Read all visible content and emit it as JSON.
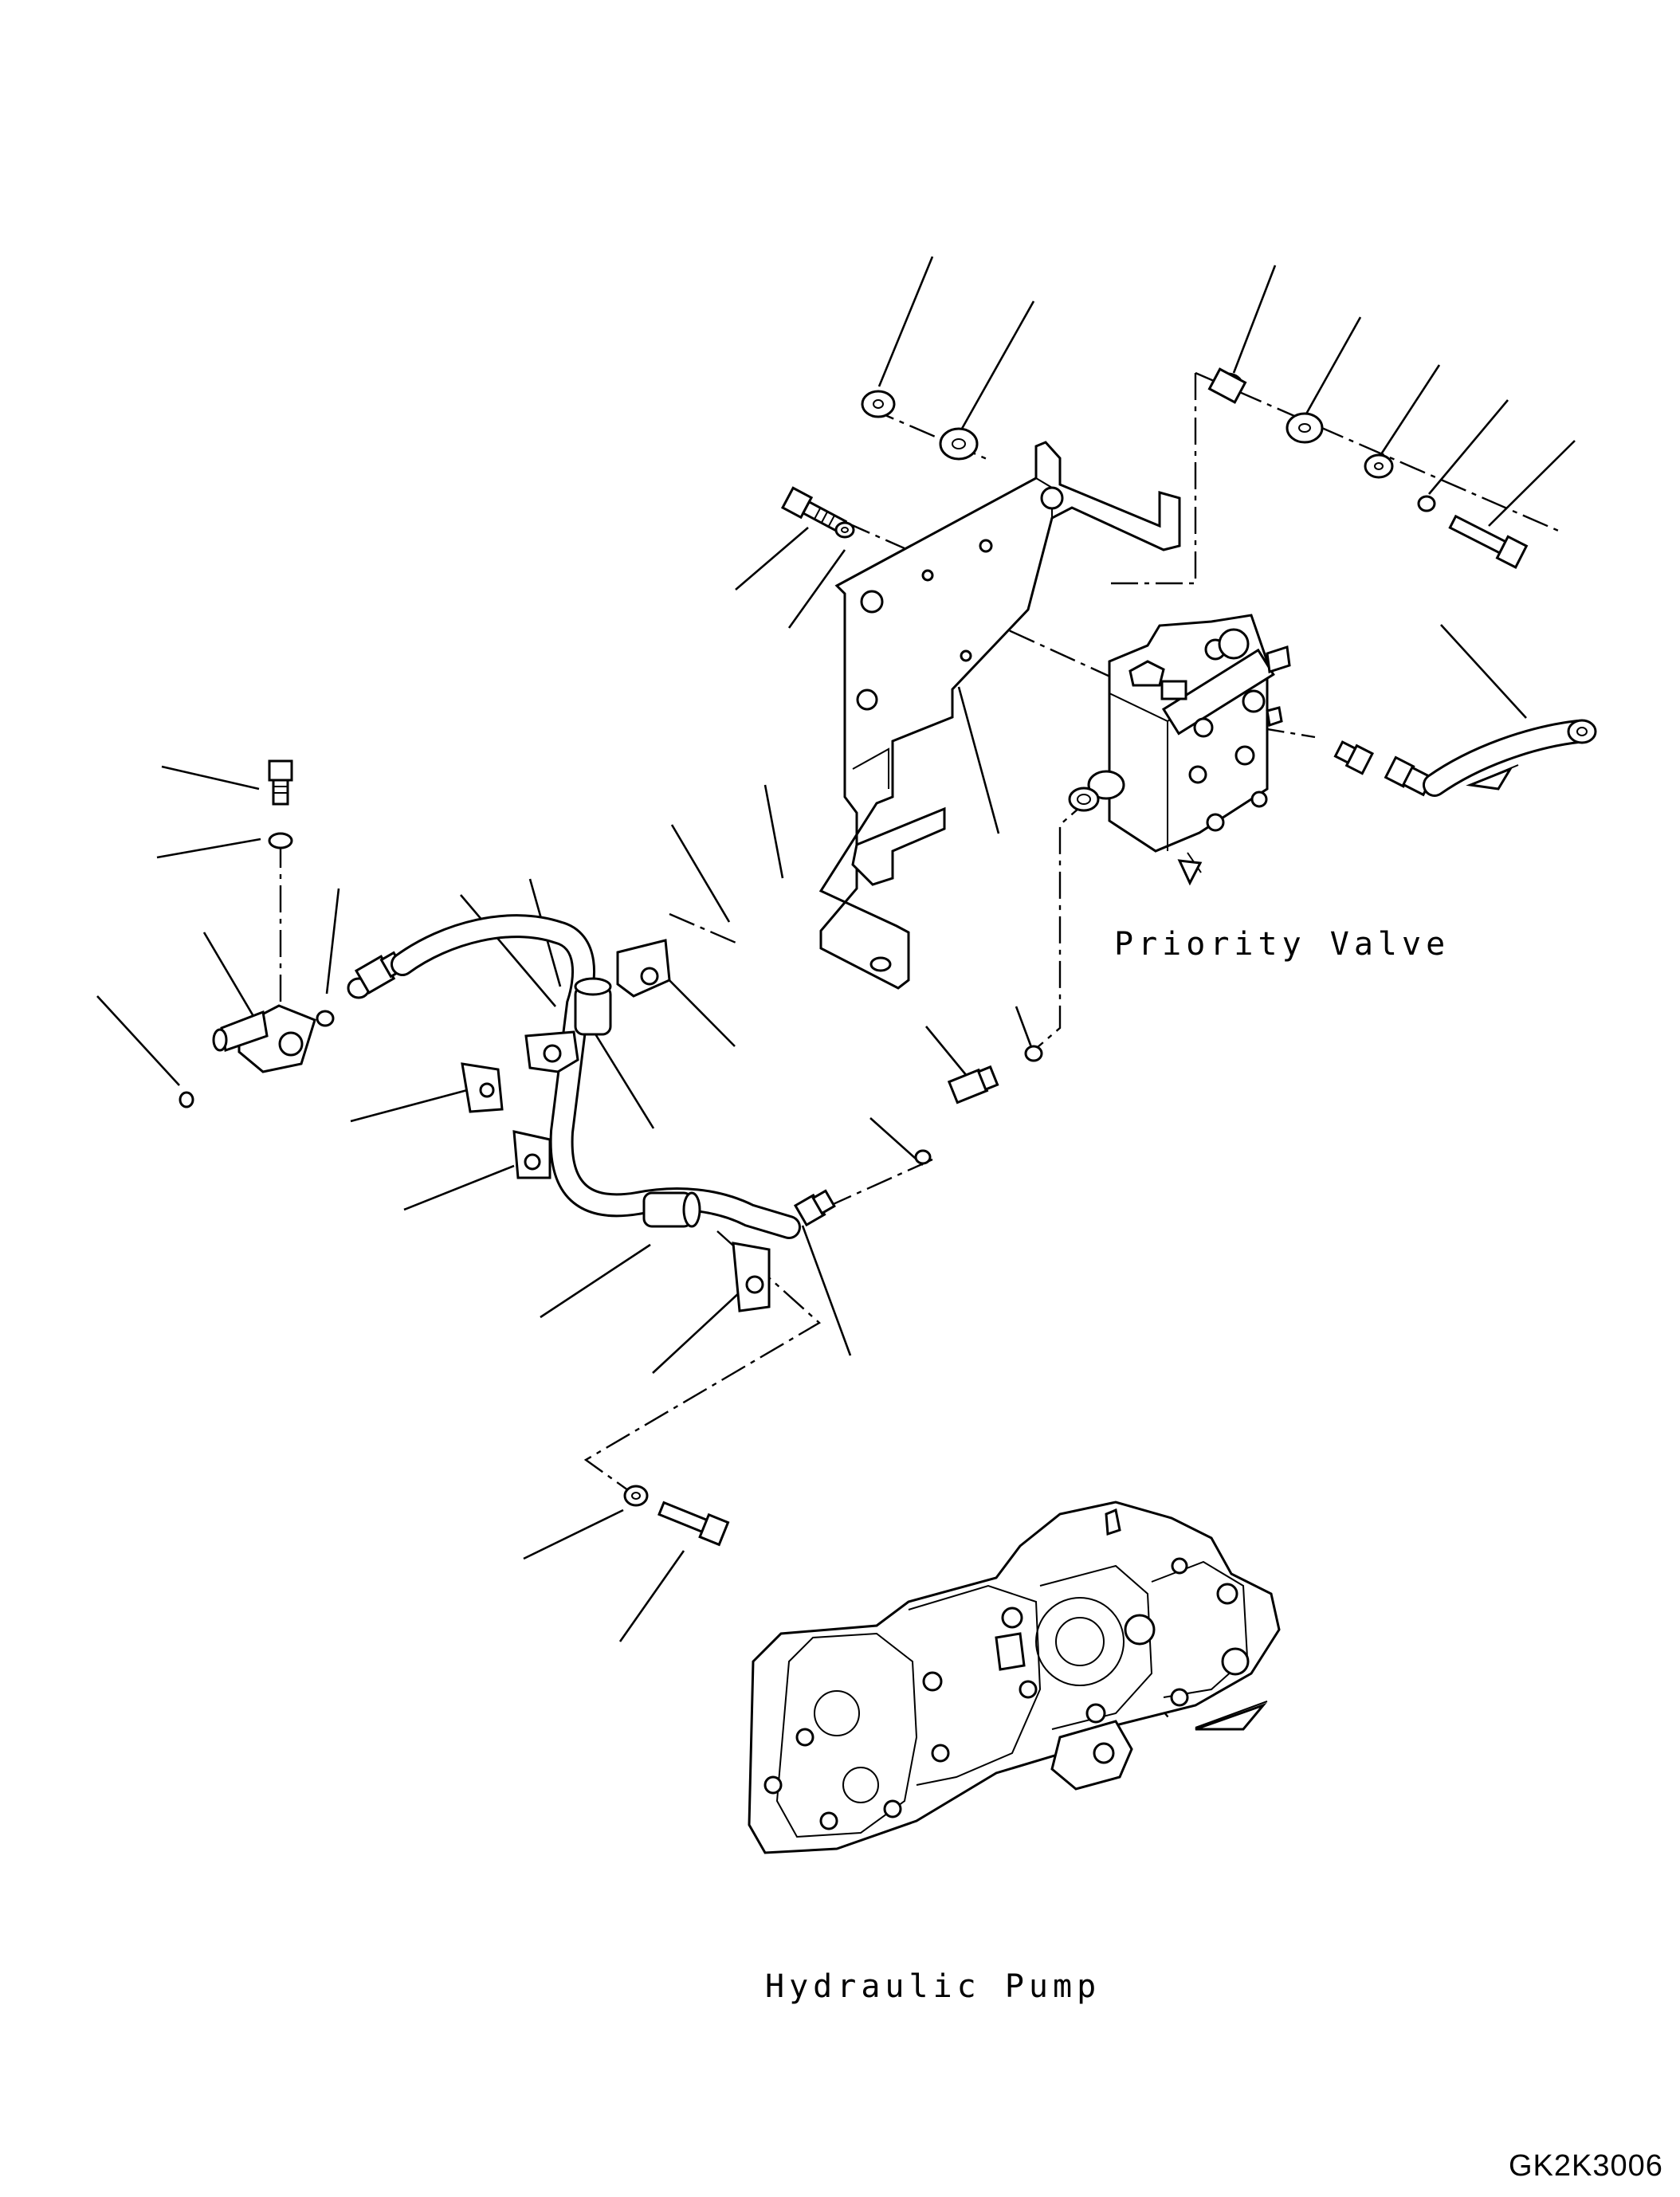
{
  "labels": {
    "priority_valve": "Priority Valve",
    "hydraulic_pump": "Hydraulic Pump",
    "drawing_code": "GK2K3006"
  }
}
